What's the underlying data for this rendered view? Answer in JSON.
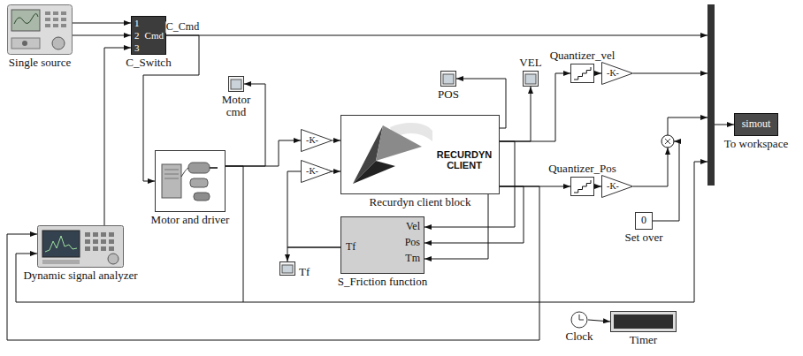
{
  "diagram": {
    "nodes": [
      {
        "text": [
          "Single source"
        ]
      },
      {
        "text": [
          "1",
          "2",
          "3",
          "Cmd",
          "C_Switch"
        ]
      },
      {
        "text": [
          "Motor cmd"
        ]
      },
      {
        "text": [
          "POS"
        ]
      },
      {
        "text": [
          "VEL"
        ]
      },
      {
        "text": [
          "Quantizer_vel"
        ]
      },
      {
        "text": [
          "-K-"
        ]
      },
      {
        "text": [
          "simout",
          "To workspace"
        ]
      },
      {
        "text": [
          "Motor and driver"
        ]
      },
      {
        "text": [
          "-K-"
        ]
      },
      {
        "text": [
          "-K-"
        ]
      },
      {
        "text": [
          "RECURDYN CLIENT",
          "Recurdyn client block"
        ]
      },
      {
        "text": [
          "Quantizer_Pos"
        ]
      },
      {
        "text": [
          "-K-"
        ]
      },
      {
        "text": [
          "0",
          "Set over"
        ]
      },
      {
        "text": [
          "Dynamic signal analyzer"
        ]
      },
      {
        "text": [
          "Tf"
        ]
      },
      {
        "text": [
          "Tf",
          "Vel",
          "Pos",
          "Tm",
          "S_Friction function"
        ]
      },
      {
        "text": [
          "Clock"
        ]
      },
      {
        "text": [
          "Timer"
        ]
      }
    ],
    "edges": [
      {
        "from": 0,
        "to": 1,
        "arrow": "to"
      },
      {
        "from": 0,
        "to": 1,
        "arrow": "to"
      },
      {
        "from": 15,
        "to": 1,
        "arrow": "to"
      },
      {
        "from": 1,
        "to": 8,
        "label": "C_Cmd",
        "arrow": "to"
      },
      {
        "from": 8,
        "to": 2,
        "arrow": "to"
      },
      {
        "from": 8,
        "to": 9,
        "arrow": "to"
      },
      {
        "from": 9,
        "to": 11,
        "arrow": "to"
      },
      {
        "from": 10,
        "to": 11,
        "arrow": "to"
      },
      {
        "from": 11,
        "to": 3,
        "arrow": "to"
      },
      {
        "from": 11,
        "to": 4,
        "arrow": "to"
      },
      {
        "from": 11,
        "to": 5,
        "arrow": "to"
      },
      {
        "from": 5,
        "to": 6,
        "arrow": "to"
      },
      {
        "from": 11,
        "to": 12,
        "arrow": "to"
      },
      {
        "from": 12,
        "to": 13,
        "arrow": "to"
      },
      {
        "from": 11,
        "to": 17,
        "arrow": "to"
      },
      {
        "from": 11,
        "to": 17,
        "arrow": "to"
      },
      {
        "from": 11,
        "to": 17,
        "arrow": "to"
      },
      {
        "from": 17,
        "to": 10,
        "arrow": "to"
      },
      {
        "from": 17,
        "to": 16,
        "arrow": "to"
      },
      {
        "from": 8,
        "to": 15,
        "arrow": "to"
      },
      {
        "from": 11,
        "to": 15,
        "arrow": "to"
      },
      {
        "from": 18,
        "to": 19,
        "arrow": "to"
      }
    ]
  }
}
